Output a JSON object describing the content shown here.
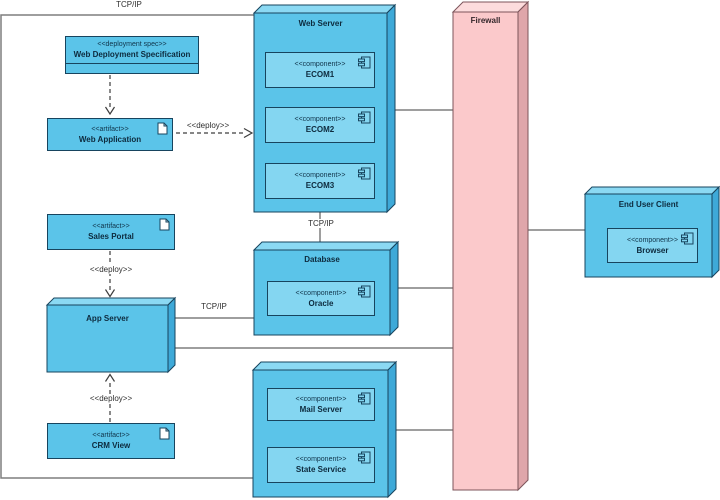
{
  "labels": {
    "tcpip_top": "TCP/IP",
    "tcpip_ws_db": "TCP/IP",
    "tcpip_app_db": "TCP/IP",
    "deploy_web_app": "<<deploy>>",
    "deploy_sales": "<<deploy>>",
    "deploy_crm": "<<deploy>>"
  },
  "spec_box": {
    "stereotype": "<<deployment spec>>",
    "name": "Web Deployment Specification"
  },
  "artifacts": {
    "web_application": {
      "stereotype": "<<artifact>>",
      "name": "Web Application"
    },
    "sales_portal": {
      "stereotype": "<<artifact>>",
      "name": "Sales Portal"
    },
    "crm_view": {
      "stereotype": "<<artifact>>",
      "name": "CRM View"
    }
  },
  "nodes": {
    "web_server": {
      "title": "Web Server",
      "components": [
        {
          "stereotype": "<<component>>",
          "name": "ECOM1"
        },
        {
          "stereotype": "<<component>>",
          "name": "ECOM2"
        },
        {
          "stereotype": "<<component>>",
          "name": "ECOM3"
        }
      ]
    },
    "database": {
      "title": "Database",
      "components": [
        {
          "stereotype": "<<component>>",
          "name": "Oracle"
        }
      ]
    },
    "app_server": {
      "title": "App Server"
    },
    "services": {
      "components": [
        {
          "stereotype": "<<component>>",
          "name": "Mail Server"
        },
        {
          "stereotype": "<<component>>",
          "name": "State Service"
        }
      ]
    },
    "firewall": {
      "title": "Firewall"
    },
    "end_user_client": {
      "title": "End User Client",
      "components": [
        {
          "stereotype": "<<component>>",
          "name": "Browser"
        }
      ]
    }
  },
  "colors": {
    "node_fill": "#5bc4e9",
    "node_top": "#8bd9f3",
    "node_side": "#3ea9d8",
    "component_fill": "#84d6f1",
    "node_border": "#17445e",
    "firewall_fill": "#fbc9cb",
    "firewall_border": "#7d555b",
    "connector": "#7e7e7e",
    "dependency": "#3d3d3d"
  }
}
